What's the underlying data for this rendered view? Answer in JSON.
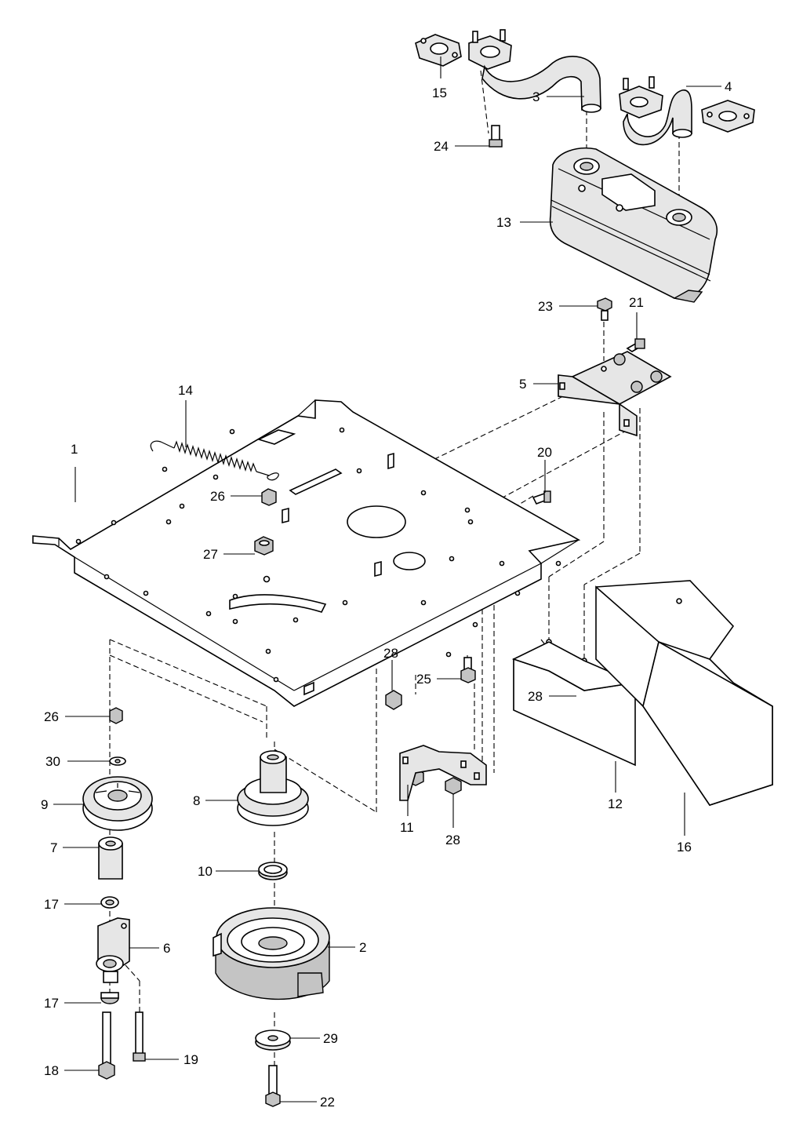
{
  "callouts": [
    {
      "id": "c1",
      "label": "1"
    },
    {
      "id": "c2",
      "label": "2"
    },
    {
      "id": "c3",
      "label": "3"
    },
    {
      "id": "c4",
      "label": "4"
    },
    {
      "id": "c5",
      "label": "5"
    },
    {
      "id": "c6",
      "label": "6"
    },
    {
      "id": "c7",
      "label": "7"
    },
    {
      "id": "c8",
      "label": "8"
    },
    {
      "id": "c9",
      "label": "9"
    },
    {
      "id": "c10",
      "label": "10"
    },
    {
      "id": "c11",
      "label": "11"
    },
    {
      "id": "c12",
      "label": "12"
    },
    {
      "id": "c13",
      "label": "13"
    },
    {
      "id": "c14",
      "label": "14"
    },
    {
      "id": "c15",
      "label": "15"
    },
    {
      "id": "c16",
      "label": "16"
    },
    {
      "id": "c17a",
      "label": "17"
    },
    {
      "id": "c17b",
      "label": "17"
    },
    {
      "id": "c18",
      "label": "18"
    },
    {
      "id": "c19",
      "label": "19"
    },
    {
      "id": "c20",
      "label": "20"
    },
    {
      "id": "c21",
      "label": "21"
    },
    {
      "id": "c22",
      "label": "22"
    },
    {
      "id": "c23",
      "label": "23"
    },
    {
      "id": "c24",
      "label": "24"
    },
    {
      "id": "c25",
      "label": "25"
    },
    {
      "id": "c26a",
      "label": "26"
    },
    {
      "id": "c26b",
      "label": "26"
    },
    {
      "id": "c27",
      "label": "27"
    },
    {
      "id": "c28a",
      "label": "28"
    },
    {
      "id": "c28b",
      "label": "28"
    },
    {
      "id": "c28c",
      "label": "28"
    },
    {
      "id": "c29",
      "label": "29"
    },
    {
      "id": "c30",
      "label": "30"
    }
  ],
  "parts": [
    {
      "id": "p1",
      "icon": "mounting-plate"
    },
    {
      "id": "p2",
      "icon": "electric-clutch"
    },
    {
      "id": "p3",
      "icon": "exhaust-pipe"
    },
    {
      "id": "p4",
      "icon": "exhaust-pipe"
    },
    {
      "id": "p5",
      "icon": "muffler-bracket"
    },
    {
      "id": "p6",
      "icon": "idler-arm"
    },
    {
      "id": "p7",
      "icon": "spacer"
    },
    {
      "id": "p8",
      "icon": "pulley"
    },
    {
      "id": "p9",
      "icon": "idler-pulley"
    },
    {
      "id": "p10",
      "icon": "spacer-ring"
    },
    {
      "id": "p11",
      "icon": "bracket"
    },
    {
      "id": "p12",
      "icon": "heat-shield"
    },
    {
      "id": "p13",
      "icon": "muffler"
    },
    {
      "id": "p14",
      "icon": "spring"
    },
    {
      "id": "p15",
      "icon": "gasket"
    },
    {
      "id": "p16",
      "icon": "guard"
    }
  ]
}
